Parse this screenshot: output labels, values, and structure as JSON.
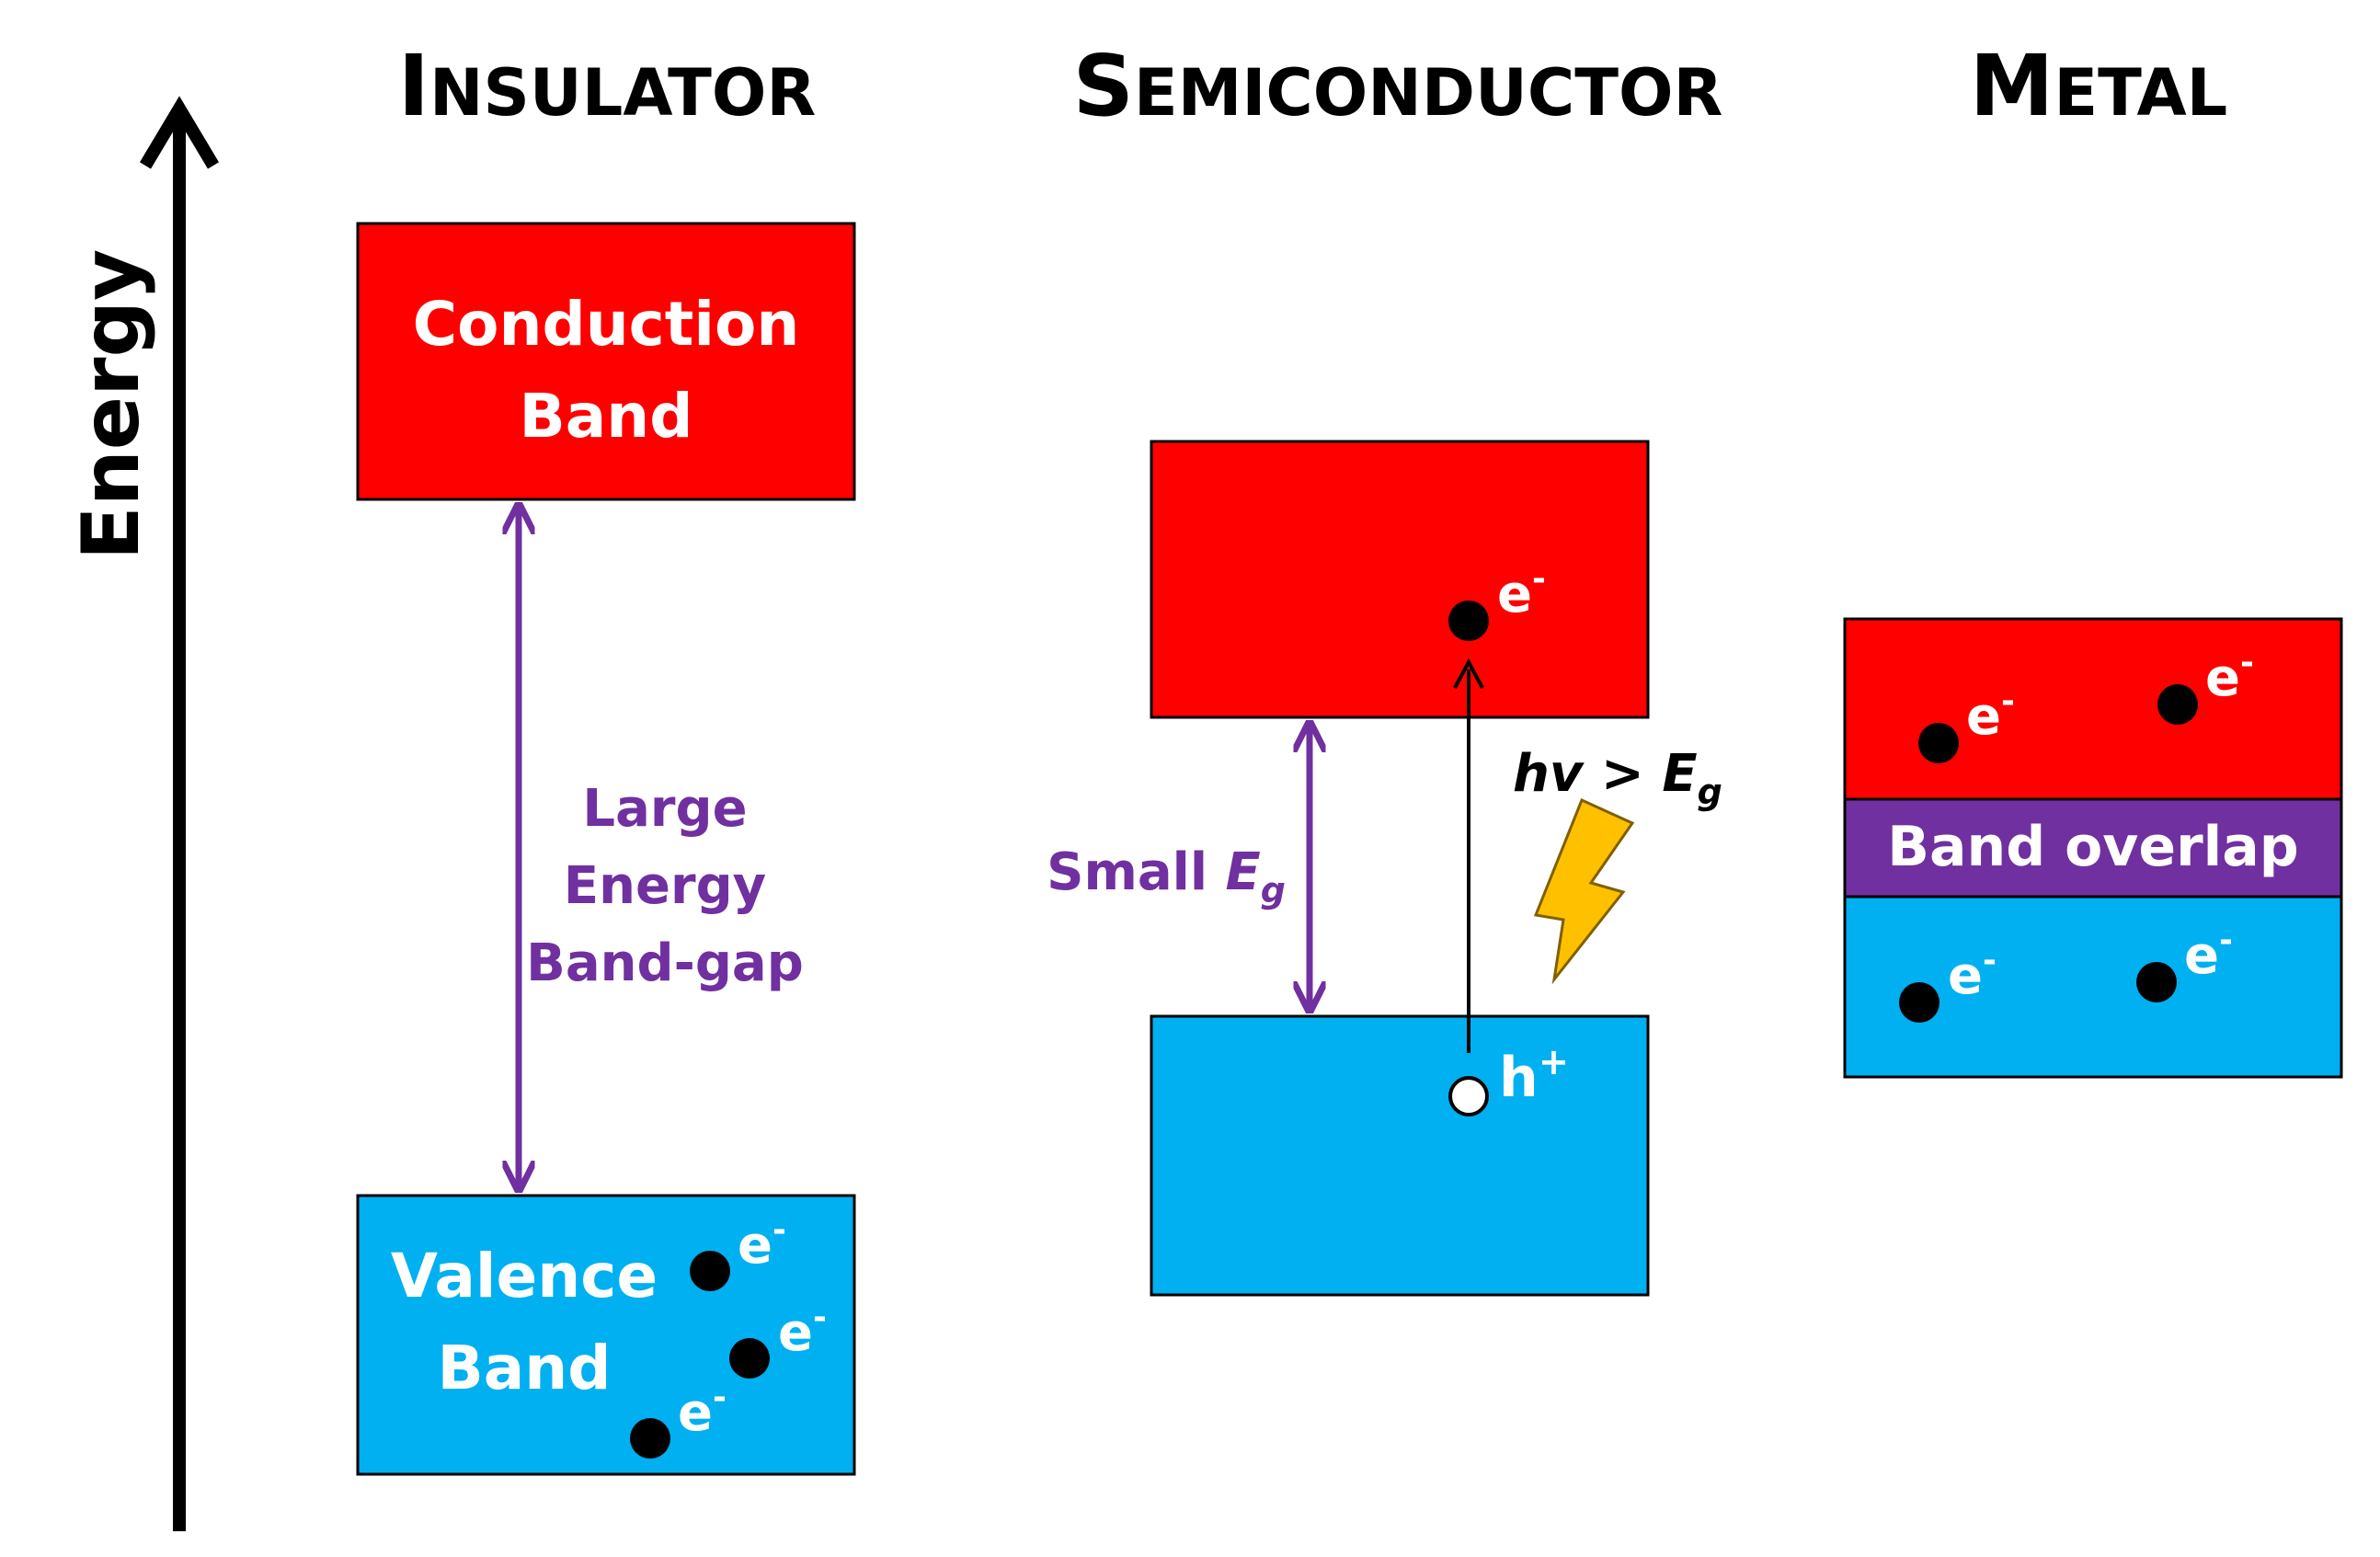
{
  "axis": {
    "label": "Energy"
  },
  "columns": {
    "insulator": {
      "title_first": "I",
      "title_rest": "NSULATOR"
    },
    "semiconductor": {
      "title_first": "S",
      "title_rest": "EMICONDUCTOR"
    },
    "metal": {
      "title_first": "M",
      "title_rest": "ETAL"
    }
  },
  "insulator": {
    "conduction_line1": "Conduction",
    "conduction_line2": "Band",
    "valence_line1": "Valence",
    "valence_line2": "Band",
    "gap_line1": "Large",
    "gap_line2": "Energy",
    "gap_line3": "Band-gap"
  },
  "semiconductor": {
    "gap_label_prefix": "Small ",
    "gap_symbol": "E",
    "gap_subscript": "g",
    "photon_h": "h",
    "photon_v": "v",
    "photon_gt": " > ",
    "photon_E": "E",
    "photon_sub": "g",
    "hole_symbol": "h",
    "hole_sup": "+"
  },
  "metal": {
    "overlap_label": "Band overlap"
  },
  "electron": {
    "symbol": "e",
    "sup": "-"
  },
  "colors": {
    "conduction": "#ff0000",
    "valence": "#00b0f0",
    "overlap": "#7030a0",
    "gap_arrow": "#7030a0",
    "lightning": "#ffc000"
  }
}
